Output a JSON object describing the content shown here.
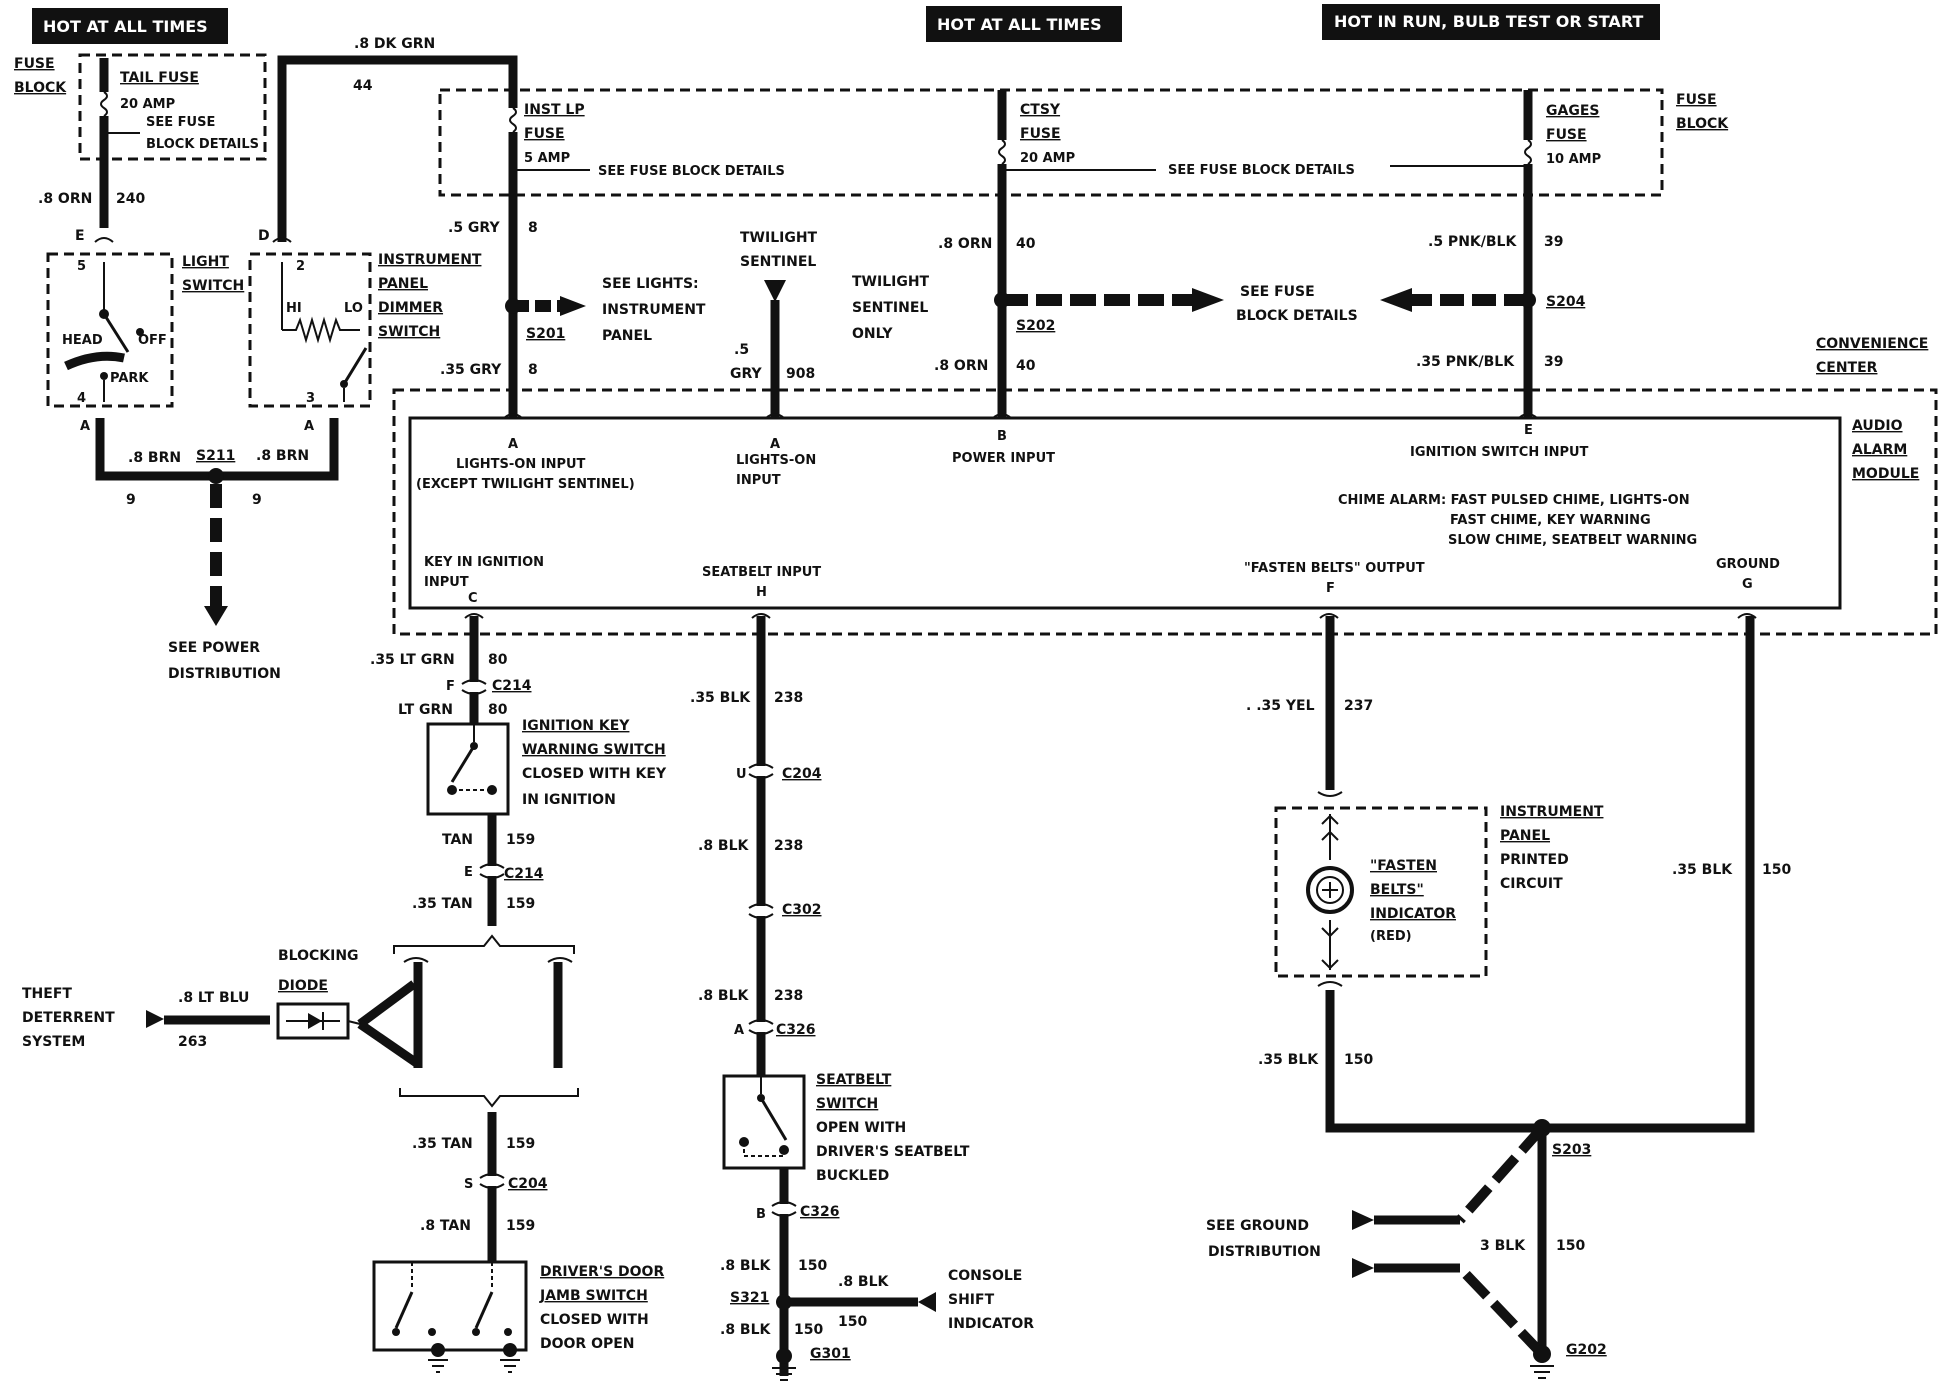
{
  "banners": {
    "hot_left": "HOT AT ALL TIMES",
    "hot_mid": "HOT AT ALL TIMES",
    "hot_run": "HOT IN RUN,   BULB TEST OR START"
  },
  "fuse_block_left": {
    "line1": "FUSE",
    "line2": "BLOCK"
  },
  "fuse_block_right": {
    "line1": "FUSE",
    "line2": "BLOCK"
  },
  "tail_fuse": {
    "name": "TAIL FUSE",
    "amp": "20 AMP",
    "see1": "SEE FUSE",
    "see2": "BLOCK DETAILS"
  },
  "inst_lp_fuse": {
    "name1": "INST LP",
    "name2": "FUSE",
    "amp": "5 AMP",
    "see": "SEE FUSE BLOCK DETAILS"
  },
  "ctsy_fuse": {
    "name1": "CTSY",
    "name2": "FUSE",
    "amp": "20 AMP",
    "see": "SEE FUSE BLOCK DETAILS"
  },
  "gages_fuse": {
    "name1": "GAGES",
    "name2": "FUSE",
    "amp": "10 AMP"
  },
  "wires": {
    "dk_grn": ".8 DK GRN",
    "dk_grn_num": "44",
    "orn240": ".8 ORN",
    "orn240_num": "240",
    "gry8_top": ".5 GRY",
    "gry8_top_num": "8",
    "gry8_bot": ".35 GRY",
    "gry8_bot_num": "8",
    "gry908_a": ".5",
    "gry908_b": "GRY",
    "gry908_num": "908",
    "orn40_top": ".8 ORN",
    "orn40_top_num": "40",
    "orn40_bot": ".8 ORN",
    "orn40_bot_num": "40",
    "pnk_top": ".5 PNK/BLK",
    "pnk_top_num": "39",
    "pnk_bot": ".35 PNK/BLK",
    "pnk_bot_num": "39",
    "brn_left": ".8 BRN",
    "brn_right": ".8 BRN",
    "brn_num_l": "9",
    "brn_num_r": "9",
    "ltgrn1": ".35 LT GRN",
    "ltgrn1_num": "80",
    "ltgrn2": "LT GRN",
    "ltgrn2_num": "80",
    "tan1": "TAN",
    "tan1_num": "159",
    "tan2": ".35 TAN",
    "tan2_num": "159",
    "tan3": ".35 TAN",
    "tan3_num": "159",
    "tan4": ".8 TAN",
    "tan4_num": "159",
    "ltblu": ".8 LT BLU",
    "ltblu_num": "263",
    "blk238_1": ".35 BLK",
    "blk238_1_num": "238",
    "blk238_2": ".8 BLK",
    "blk238_2_num": "238",
    "blk238_3": ".8 BLK",
    "blk238_3_num": "238",
    "blk150_a": ".8 BLK",
    "blk150_a_num": "150",
    "blk150_b": ".8 BLK",
    "blk150_b_num": "150",
    "blk150_c": ".8 BLK",
    "blk150_c_num": "150",
    "yel": ". .35 YEL",
    "yel_num": "237",
    "blk150_r": ".35 BLK",
    "blk150_r_num": "150",
    "blk150_l": ".35 BLK",
    "blk150_l_num": "150",
    "blk3": "3 BLK",
    "blk3_num": "150"
  },
  "pins": {
    "E": "E",
    "D": "D",
    "p5": "5",
    "p2": "2",
    "p4": "4",
    "p3": "3",
    "A1": "A",
    "A2": "A",
    "mod_a1": "A",
    "mod_a2": "A",
    "mod_b": "B",
    "mod_e": "E",
    "mod_c": "C",
    "mod_h": "H",
    "mod_f": "F",
    "mod_g": "G",
    "c214_f": "F",
    "c214_e": "E",
    "c204_u": "U",
    "c204_s": "S",
    "c326_a": "A",
    "c326_b": "B"
  },
  "light_switch": {
    "t1": "LIGHT",
    "t2": "SWITCH",
    "head": "HEAD",
    "off": "OFF",
    "park": "PARK"
  },
  "dimmer": {
    "t1": "INSTRUMENT",
    "t2": "PANEL",
    "t3": "DIMMER",
    "t4": "SWITCH",
    "hi": "HI",
    "lo": "LO"
  },
  "splices": {
    "s211": "S211",
    "s201": "S201",
    "s202": "S202",
    "s204": "S204",
    "s203": "S203",
    "s321": "S321"
  },
  "see_lights": {
    "l1": "SEE LIGHTS:",
    "l2": "INSTRUMENT",
    "l3": "PANEL"
  },
  "twilight": {
    "l1": "TWILIGHT",
    "l2": "SENTINEL",
    "o1": "TWILIGHT",
    "o2": "SENTINEL",
    "o3": "ONLY"
  },
  "see_fuse_mid": {
    "l1": "SEE FUSE",
    "l2": "BLOCK DETAILS"
  },
  "convenience": {
    "l1": "CONVENIENCE",
    "l2": "CENTER"
  },
  "audio_alarm": {
    "l1": "AUDIO",
    "l2": "ALARM",
    "l3": "MODULE"
  },
  "module": {
    "lights_on1": "LIGHTS-ON INPUT",
    "lights_on1b": "(EXCEPT TWILIGHT SENTINEL)",
    "lights_on2a": "LIGHTS-ON",
    "lights_on2b": "INPUT",
    "power": "POWER INPUT",
    "ignition": "IGNITION SWITCH INPUT",
    "chime1": "CHIME ALARM: FAST PULSED CHIME, LIGHTS-ON",
    "chime2": "FAST CHIME, KEY WARNING",
    "chime3": "SLOW CHIME, SEATBELT WARNING",
    "key1": "KEY IN IGNITION",
    "key2": "INPUT",
    "seatbelt": "SEATBELT INPUT",
    "fasten_out": "\"FASTEN BELTS\" OUTPUT",
    "ground": "GROUND"
  },
  "see_power": {
    "l1": "SEE POWER",
    "l2": "DISTRIBUTION"
  },
  "connectors": {
    "c214a": "C214",
    "c214b": "C214",
    "c204a": "C204",
    "c204b": "C204",
    "c302": "C302",
    "c326a": "C326",
    "c326b": "C326"
  },
  "ign_key_sw": {
    "l1": "IGNITION KEY",
    "l2": "WARNING SWITCH",
    "l3": "CLOSED WITH KEY",
    "l4": "IN IGNITION"
  },
  "blocking": {
    "l1": "BLOCKING",
    "l2": "DIODE"
  },
  "theft": {
    "l1": "THEFT",
    "l2": "DETERRENT",
    "l3": "SYSTEM"
  },
  "door_sw": {
    "l1": "DRIVER'S DOOR",
    "l2": "JAMB SWITCH",
    "l3": "CLOSED WITH",
    "l4": "DOOR OPEN"
  },
  "seatbelt_sw": {
    "l1": "SEATBELT",
    "l2": "SWITCH",
    "l3": "OPEN WITH",
    "l4": "DRIVER'S SEATBELT",
    "l5": "BUCKLED"
  },
  "console": {
    "l1": "CONSOLE",
    "l2": "SHIFT",
    "l3": "INDICATOR"
  },
  "grounds": {
    "g301": "G301",
    "g202": "G202"
  },
  "indicator": {
    "l1": "\"FASTEN",
    "l2": "BELTS\"",
    "l3": "INDICATOR",
    "l4": "(RED)"
  },
  "ip_circuit": {
    "l1": "INSTRUMENT",
    "l2": "PANEL",
    "l3": "PRINTED",
    "l4": "CIRCUIT"
  },
  "see_ground": {
    "l1": "SEE GROUND",
    "l2": "DISTRIBUTION"
  }
}
